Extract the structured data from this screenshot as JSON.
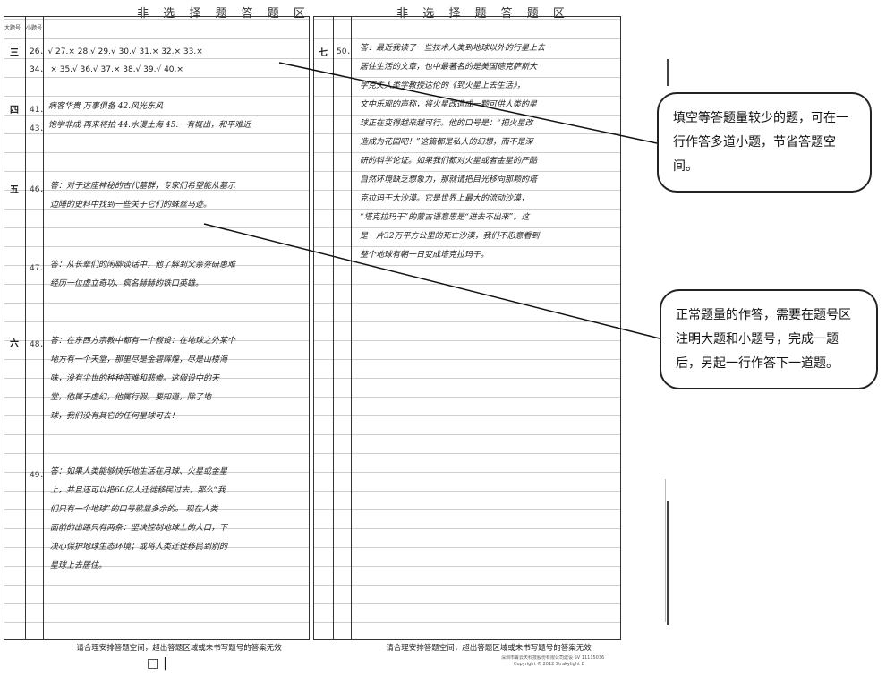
{
  "left_title": "非 选 择 题 答 题 区",
  "right_title": "非 选 择 题 答 题 区",
  "headers": {
    "big": "大题号",
    "small": "小题号"
  },
  "sections": {
    "s3": "三",
    "s4": "四",
    "s5": "五",
    "s6": "六",
    "s7": "七"
  },
  "q_lines": {
    "l26": "26．√   27.×   28.√   29.√   30.√   31.×   32.×   33.×",
    "l34": "34．  ×   35.√   36.√   37.×   38.√   39.√   40.×",
    "l41": "41．",
    "a41": "病客华贵  万事俱备  42.风光东风",
    "l43": "43．",
    "a43": "饱学非成  再来将拍  44.水漫土海  45.一有概出，和平难近"
  },
  "q_numbers": {
    "q46": "46．",
    "q47": "47．",
    "q48": "48．",
    "q49": "49．",
    "q50": "50．"
  },
  "answers": {
    "q46": [
      "答：对于这座神秘的古代墓群，专家们希望能从墓示",
      "边陲的史料中找到一些关于它们的蛛丝马迹。"
    ],
    "q47": [
      "答：从长辈们的闲聊谈话中，他了解到父亲夯研患难",
      "经历一位虚立奇功、疯名赫赫的铁口英雄。"
    ],
    "q48": [
      "答：在东西方宗教中都有一个假设：在地球之外某个",
      "地方有一个天堂，那里尽是金碧辉煌，尽是山楼海",
      "味，没有尘世的种种苦难和悲惨。这假设中的天",
      "堂，他属于虚幻，他属行假。要知道，除了地",
      "球，我们没有其它的任何星球可去！"
    ],
    "q49": [
      "答：如果人类能够快乐地生活在月球、火星或金星",
      "上，并且还可以把60亿人迁徙移民过去，那么“我",
      "们只有一个地球”的口号就显多余的。  现在人类",
      "面前的出路只有两条：坚决控制地球上的人口，下",
      "决心保护地球生态环境；或将人类迁徙移民到别的",
      "星球上去居住。"
    ],
    "q50": [
      "答：最近我读了一些技术人类到地球以外的行星上去",
      "居住生活的文章，也中最著名的是美国德克萨斯大",
      "学克夫人类学教授达伦的《到火星上去生活》，",
      "文中乐观的声称，将火星改造成一颗可供人类的星",
      "球正在变得越来越可行。他的口号是：“把火星改",
      "造成为花园吧！”这篇都是私人的幻想，而不是深",
      "研的科学论证。如果我们都对火星或者金星的严酷",
      "自然环境缺乏想象力，那就请把目光移向那颗的塔",
      "克拉玛干大沙漠。它是世界上最大的流动沙漠，",
      "“塔克拉玛干”的蒙古语意思是“进去不出来”。这",
      "是一片32万平方公里的死亡沙漠，我们不忍意看到",
      "整个地球有朝一日变成塔克拉玛干。"
    ]
  },
  "footer_left": "请合理安排答题空间，超出答题区域或未书写题号的答案无效",
  "footer_right": "请合理安排答题空间，超出答题区域或未书写题号的答案无效",
  "copyright_1": "深圳市菁云天科技股份有限公司建设  SV 11115036",
  "copyright_2": "Copyright © 2012 Strakylight  D",
  "page_mark": "□ |",
  "callout_top": "填空等答题量较少的题，可在一行作答多道小题，节省答题空间。",
  "callout_bottom": "正常题量的作答，需要在题号区注明大题和小题号，完成一题后，另起一行作答下一道题。"
}
